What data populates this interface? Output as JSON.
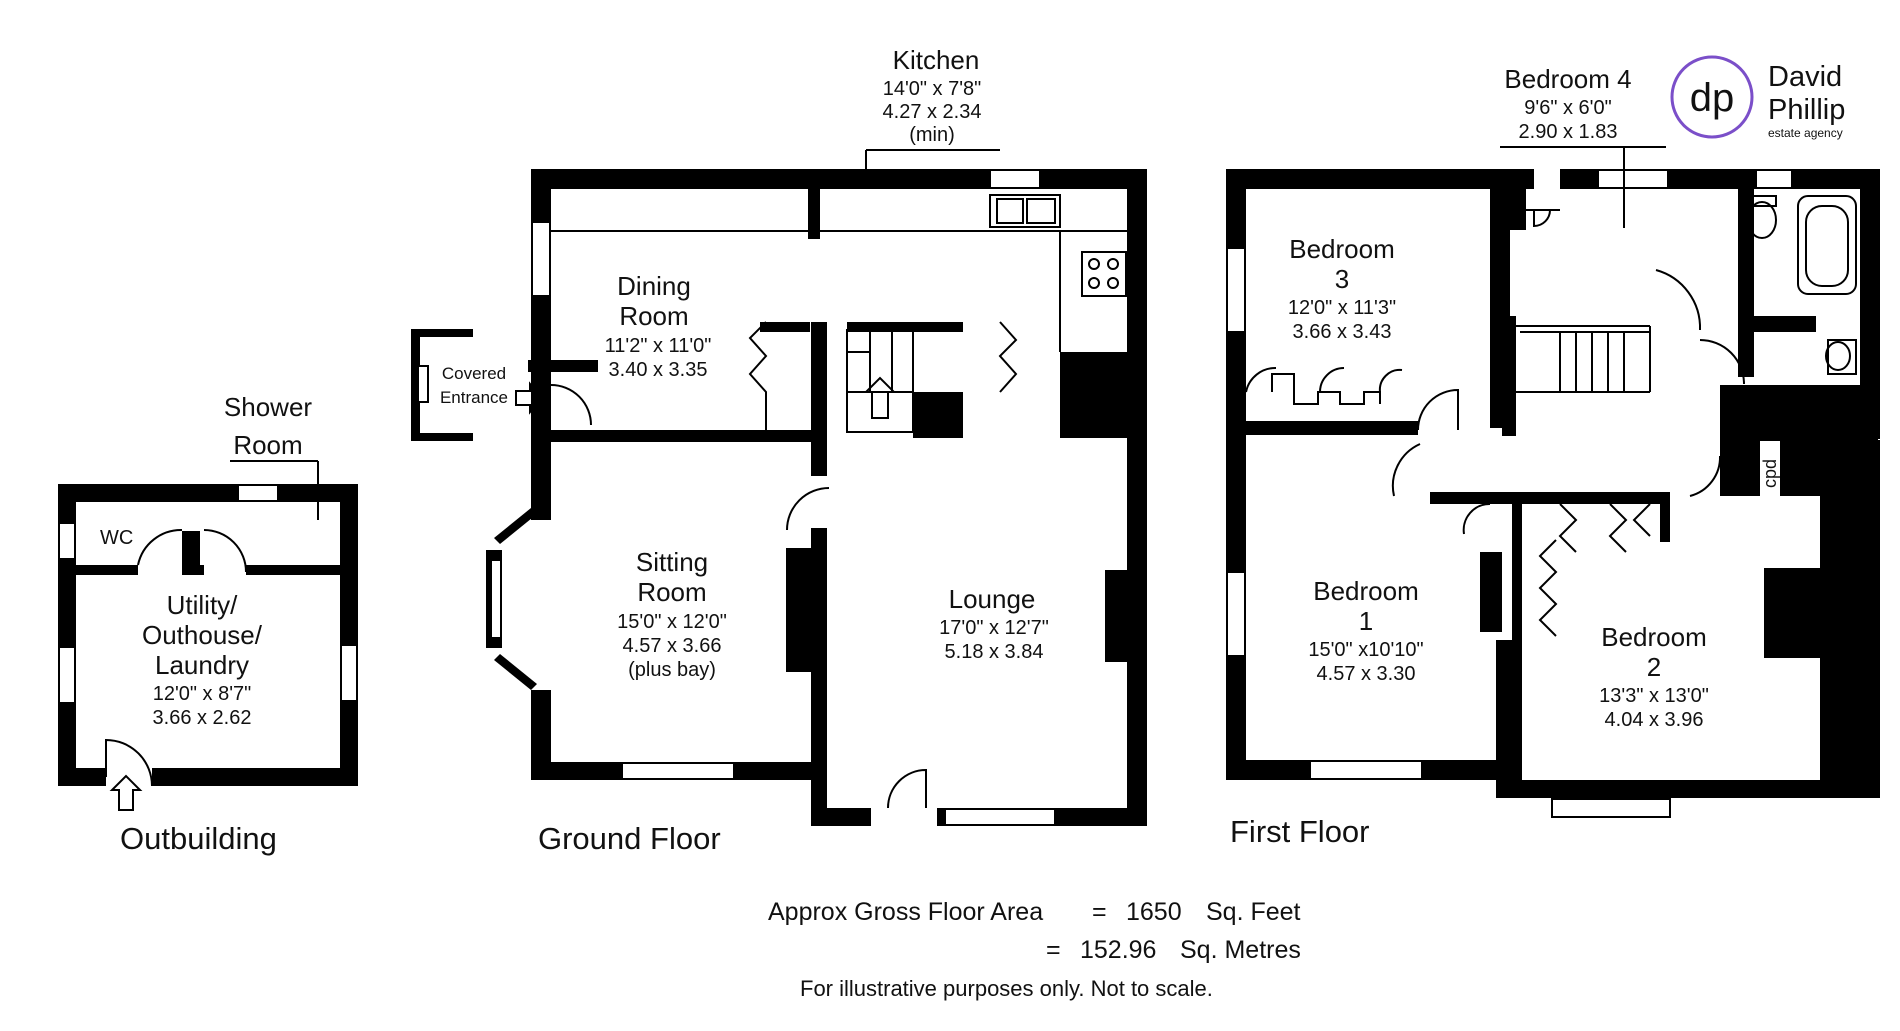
{
  "branding": {
    "logo_mark": "dp",
    "name_line1": "David",
    "name_line2": "Phillip",
    "tagline": "estate agency",
    "accent_color": "#7b4fc9"
  },
  "floors": {
    "outbuilding": "Outbuilding",
    "ground": "Ground Floor",
    "first": "First Floor"
  },
  "rooms": {
    "shower_room": {
      "line1": "Shower",
      "line2": "Room"
    },
    "wc": "WC",
    "utility": {
      "line1": "Utility/",
      "line2": "Outhouse/",
      "line3": "Laundry",
      "imperial": "12'0\" x  8'7\"",
      "metric": "3.66  x  2.62"
    },
    "kitchen": {
      "name": "Kitchen",
      "imperial": "14'0\"  x  7'8\"",
      "metric": "4.27  x  2.34",
      "note": "(min)"
    },
    "dining": {
      "line1": "Dining",
      "line2": "Room",
      "imperial": "11'2\" x 11'0\"",
      "metric": "3.40  x  3.35"
    },
    "covered_entrance": {
      "line1": "Covered",
      "line2": "Entrance"
    },
    "sitting": {
      "line1": "Sitting",
      "line2": "Room",
      "imperial": "15'0\" x 12'0\"",
      "metric": "4.57  x  3.66",
      "note": "(plus bay)"
    },
    "lounge": {
      "name": "Lounge",
      "imperial": "17'0\" x 12'7\"",
      "metric": "5.18  x  3.84"
    },
    "bedroom4": {
      "name": "Bedroom 4",
      "imperial": "9'6\"  x  6'0\"",
      "metric": "2.90  x  1.83"
    },
    "bedroom3": {
      "line1": "Bedroom",
      "line2": "3",
      "imperial": "12'0\" x 11'3\"",
      "metric": "3.66  x  3.43"
    },
    "bedroom1": {
      "line1": "Bedroom",
      "line2": "1",
      "imperial": "15'0\" x10'10\"",
      "metric": "4.57  x  3.30"
    },
    "bedroom2": {
      "line1": "Bedroom",
      "line2": "2",
      "imperial": "13'3\" x 13'0\"",
      "metric": "4.04  x  3.96"
    },
    "cupboard": "cpd"
  },
  "footer": {
    "area_label": "Approx Gross Floor Area",
    "eq1": "=",
    "sq_feet_value": "1650",
    "sq_feet_unit": "Sq. Feet",
    "eq2": "=",
    "sq_metres_value": "152.96",
    "sq_metres_unit": "Sq. Metres",
    "disclaimer": "For illustrative purposes only. Not to scale."
  }
}
